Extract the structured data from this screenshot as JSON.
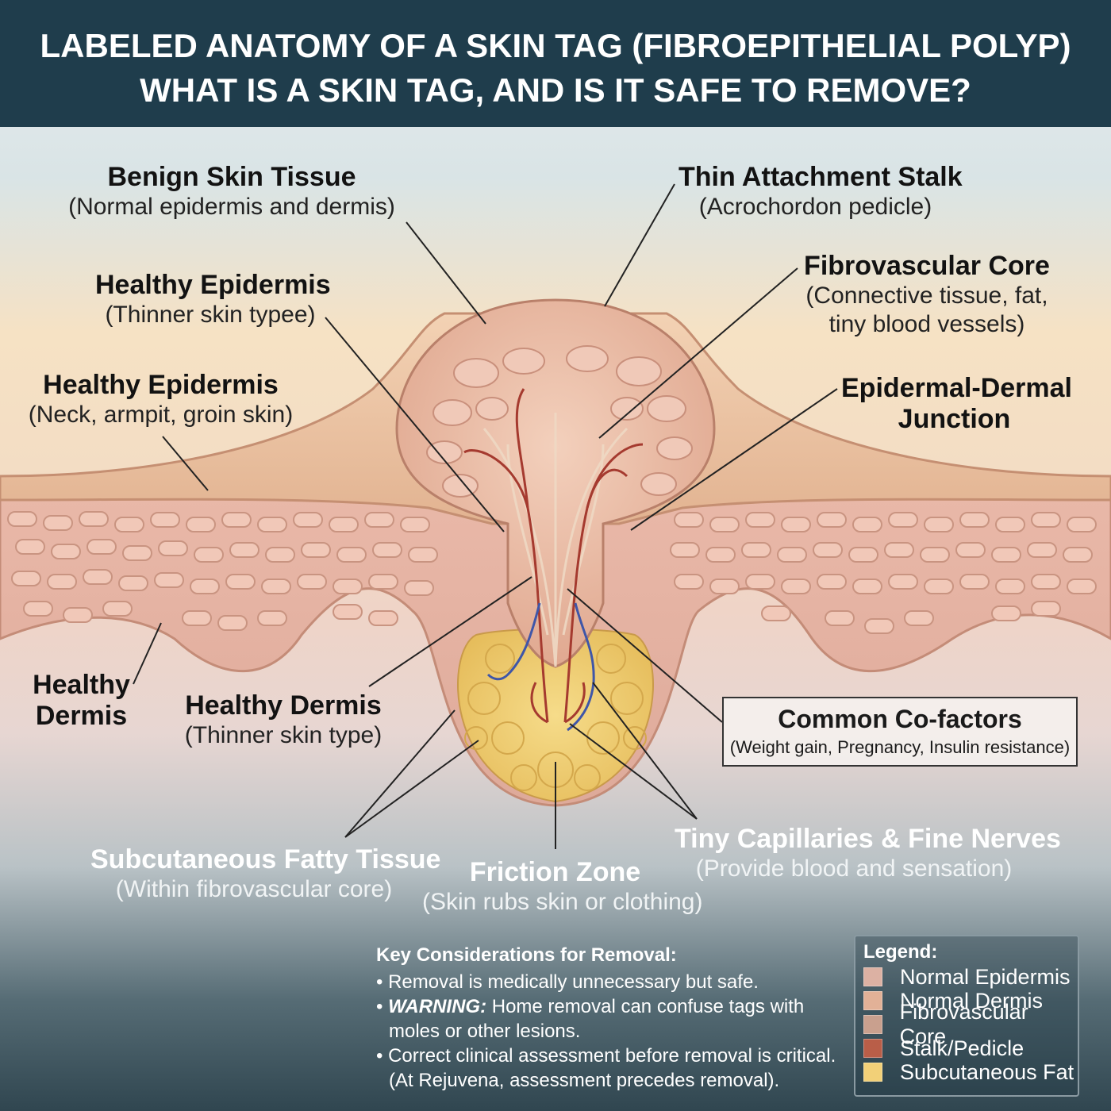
{
  "header": {
    "title_line1": "LABELED ANATOMY OF A SKIN TAG (FIBROEPITHELIAL POLYP)",
    "title_line2": "WHAT IS A SKIN TAG, AND IS IT SAFE TO REMOVE?"
  },
  "labels": {
    "benign_skin": {
      "title": "Benign Skin Tissue",
      "sub": "(Normal epidermis and dermis)"
    },
    "stalk": {
      "title": "Thin Attachment Stalk",
      "sub": "(Acrochordon pedicle)"
    },
    "healthy_epidermis_thin": {
      "title": "Healthy Epidermis",
      "sub": "(Thinner skin typee)"
    },
    "fibrovascular_core": {
      "title": "Fibrovascular Core",
      "sub1": "(Connective tissue, fat,",
      "sub2": "tiny blood vessels)"
    },
    "healthy_epidermis_neck": {
      "title": "Healthy Epidermis",
      "sub": "(Neck, armpit, groin skin)"
    },
    "junction": {
      "title1": "Epidermal-Dermal",
      "title2": "Junction"
    },
    "healthy_dermis_left": {
      "title1": "Healthy",
      "title2": "Dermis"
    },
    "healthy_dermis_thin": {
      "title": "Healthy Dermis",
      "sub": "(Thinner skin type)"
    },
    "subcutaneous_fat": {
      "title": "Subcutaneous Fatty Tissue",
      "sub": "(Within fibrovascular core)"
    },
    "friction_zone": {
      "title": "Friction Zone",
      "sub": "(Skin rubs skin or clothing)"
    },
    "capillaries": {
      "title": "Tiny Capillaries & Fine Nerves",
      "sub": "(Provide blood and sensation)"
    }
  },
  "cofactors": {
    "title": "Common Co-factors",
    "sub": "(Weight gain, Pregnancy, Insulin resistance)"
  },
  "notes": {
    "heading": "Key Considerations for Removal:",
    "item1": "Removal is medically unnecessary but safe.",
    "item2_warning": "WARNING:",
    "item2_rest": "Home removal can confuse tags with moles or other lesions.",
    "item3": "Correct clinical assessment before removal is critical. (At Rejuvena, assessment precedes removal)."
  },
  "legend": {
    "title": "Legend:",
    "items": [
      {
        "label": "Normal Epidermis",
        "color": "#dcb1a3"
      },
      {
        "label": "Normal Dermis",
        "color": "#e2b197"
      },
      {
        "label": "Fibrovascular Core",
        "color": "#c9a08e"
      },
      {
        "label": "Stalk/Pedicle",
        "color": "#b95e48"
      },
      {
        "label": "Subcutaneous Fat",
        "color": "#f2d078"
      }
    ]
  },
  "colors": {
    "header_bg": "#1f3d4c",
    "epidermis": "#e9c2a5",
    "dermis": "#e8b6a6",
    "fat": "#f2d078",
    "artery": "#a53a2f",
    "vein": "#3f56a8"
  }
}
